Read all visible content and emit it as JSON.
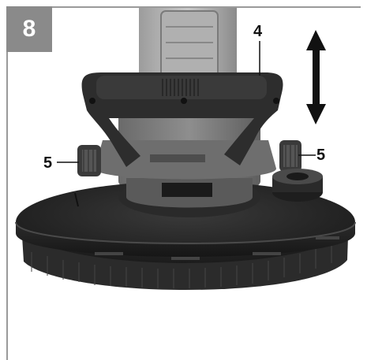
{
  "figure": {
    "number": "8"
  },
  "callouts": {
    "handle": "4",
    "knob_left": "5",
    "knob_right": "5"
  },
  "colors": {
    "badge": "#8a8a8a",
    "frame": "#9a9a9a",
    "tool_body": "#3a3a3a",
    "sanding_head": "#1e1e1e",
    "bristles": "#2a2a2a"
  },
  "icons": {
    "height_adjust": "double-arrow-vertical"
  }
}
